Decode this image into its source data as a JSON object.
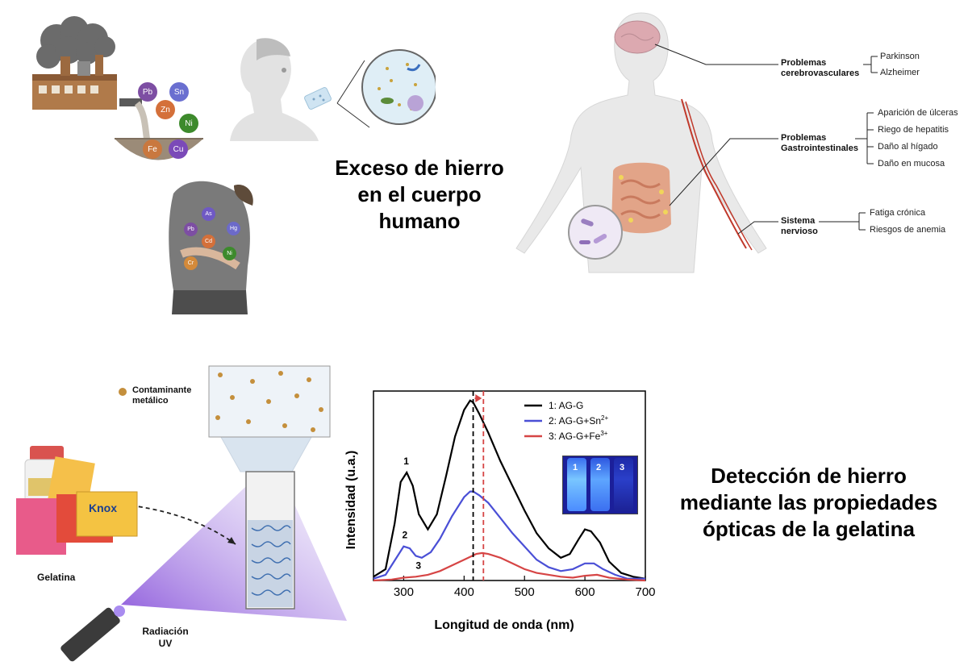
{
  "top": {
    "title_lines": [
      "Exceso de hierro",
      "en el cuerpo",
      "humano"
    ],
    "industry_ions": [
      {
        "symbol": "Pb",
        "color": "#7d4ea3"
      },
      {
        "symbol": "Sn",
        "color": "#6a6fd0"
      },
      {
        "symbol": "Zn",
        "color": "#d4703a"
      },
      {
        "symbol": "Ni",
        "color": "#3d8a2c"
      },
      {
        "symbol": "Fe",
        "color": "#c9783f"
      },
      {
        "symbol": "Cu",
        "color": "#7b4ab8"
      }
    ],
    "body_ions": [
      {
        "symbol": "As",
        "color": "#6f59c4"
      },
      {
        "symbol": "Pb",
        "color": "#7d4ea3"
      },
      {
        "symbol": "Hg",
        "color": "#6c6ac9"
      },
      {
        "symbol": "Cd",
        "color": "#d4703a"
      },
      {
        "symbol": "Ni",
        "color": "#3d8a2c"
      },
      {
        "symbol": "Cr",
        "color": "#d48a3a"
      }
    ],
    "effects": [
      {
        "category_lines": [
          "Problemas",
          "cerebrovasculares"
        ],
        "items": [
          "Parkinson",
          "Alzheimer"
        ]
      },
      {
        "category_lines": [
          "Problemas",
          "Gastrointestinales"
        ],
        "items": [
          "Aparición de úlceras",
          "Riego de hepatitis",
          "Daño al hígado",
          "Daño en mucosa"
        ]
      },
      {
        "category_lines": [
          "Sistema",
          "nervioso"
        ],
        "items": [
          "Fatiga crónica",
          "Riesgos de anemia"
        ]
      }
    ]
  },
  "bottom": {
    "title_lines": [
      "Detección de hierro",
      "mediante las propiedades",
      "ópticas de la gelatina"
    ],
    "contaminant_label_lines": [
      "Contaminante",
      "metálico"
    ],
    "gelatin_label": "Gelatina",
    "uv_label_lines": [
      "Radiación",
      "UV"
    ],
    "package_label": "Knox",
    "vials": [
      "1",
      "2",
      "3"
    ]
  },
  "chart_data": {
    "type": "line",
    "xlabel": "Longitud de onda (nm)",
    "ylabel": "Intensidad (u.a.)",
    "xlim": [
      250,
      700
    ],
    "ylim": [
      0,
      1
    ],
    "xticks": [
      300,
      400,
      500,
      600,
      700
    ],
    "grid": false,
    "legend_position": "top-right",
    "series": [
      {
        "name": "1: AG-G",
        "curve_label": "1",
        "color": "#000000",
        "x": [
          250,
          270,
          285,
          295,
          305,
          315,
          325,
          340,
          355,
          370,
          385,
          400,
          410,
          415,
          425,
          440,
          460,
          480,
          500,
          520,
          540,
          560,
          575,
          590,
          600,
          610,
          625,
          640,
          660,
          680,
          700
        ],
        "y": [
          0.02,
          0.06,
          0.3,
          0.52,
          0.57,
          0.5,
          0.35,
          0.27,
          0.35,
          0.55,
          0.76,
          0.9,
          0.95,
          0.94,
          0.88,
          0.78,
          0.63,
          0.5,
          0.37,
          0.25,
          0.17,
          0.12,
          0.14,
          0.22,
          0.27,
          0.26,
          0.2,
          0.1,
          0.04,
          0.02,
          0.01
        ]
      },
      {
        "name": "2: AG-G+Sn2+",
        "curve_label": "2",
        "color": "#4a4fd6",
        "x": [
          250,
          270,
          290,
          300,
          310,
          320,
          330,
          345,
          360,
          380,
          400,
          410,
          415,
          425,
          440,
          460,
          480,
          500,
          520,
          540,
          560,
          580,
          600,
          615,
          630,
          650,
          670,
          700
        ],
        "y": [
          0.01,
          0.03,
          0.13,
          0.18,
          0.17,
          0.13,
          0.12,
          0.15,
          0.22,
          0.34,
          0.44,
          0.47,
          0.47,
          0.45,
          0.41,
          0.33,
          0.25,
          0.18,
          0.11,
          0.07,
          0.05,
          0.06,
          0.09,
          0.09,
          0.06,
          0.03,
          0.01,
          0.01
        ]
      },
      {
        "name": "3: AG-G+Fe3+",
        "curve_label": "3",
        "color": "#d64545",
        "x": [
          250,
          280,
          300,
          320,
          340,
          360,
          380,
          400,
          420,
          430,
          440,
          460,
          480,
          500,
          520,
          540,
          560,
          580,
          600,
          620,
          640,
          670,
          700
        ],
        "y": [
          0.0,
          0.005,
          0.015,
          0.02,
          0.03,
          0.05,
          0.08,
          0.11,
          0.14,
          0.145,
          0.14,
          0.12,
          0.09,
          0.06,
          0.04,
          0.03,
          0.02,
          0.015,
          0.025,
          0.03,
          0.015,
          0.005,
          0.0
        ]
      }
    ],
    "annotations": {
      "peak_reference_x": 415,
      "shifted_peak_x": 432
    }
  }
}
